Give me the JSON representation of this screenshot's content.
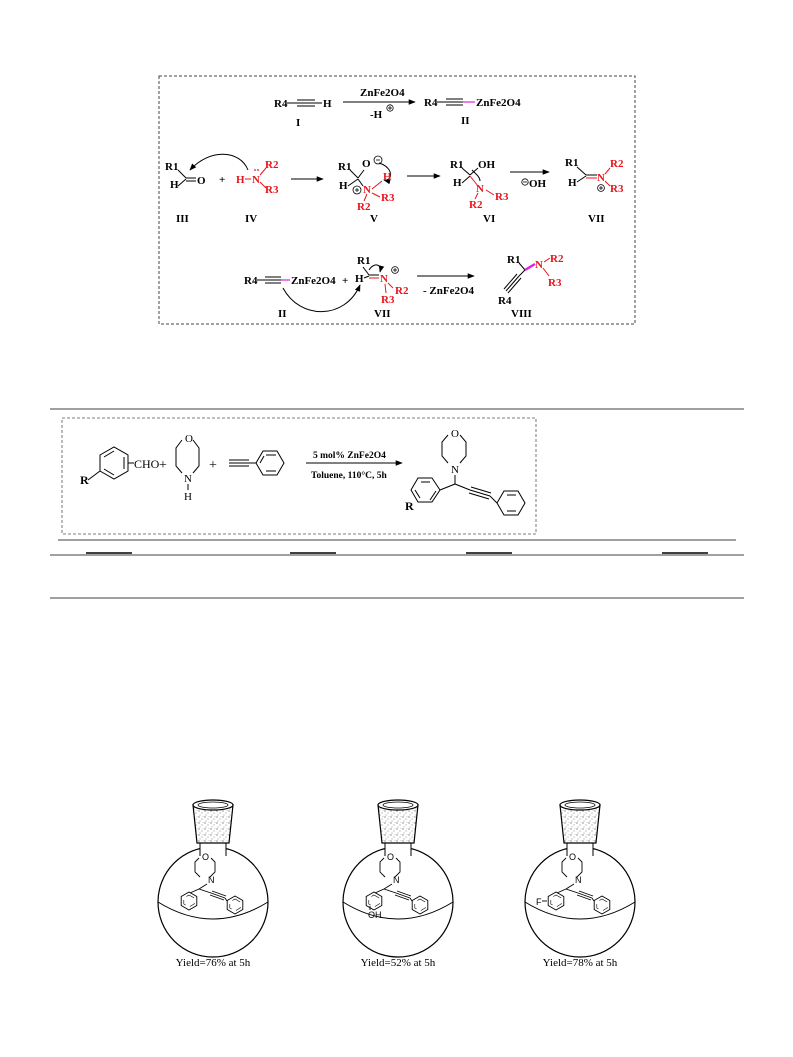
{
  "mechanism": {
    "step1": {
      "reactant": "R4",
      "reactant_h": "H",
      "reagent": "ZnFe2O4",
      "byproduct": "-H",
      "product_r": "R4",
      "product_metal": "ZnFe2O4",
      "label_I": "I",
      "label_II": "II"
    },
    "step2": {
      "aldehyde_r": "R1",
      "aldehyde_h": "H",
      "aldehyde_o": "O",
      "amine_h": "H",
      "amine_n": "N",
      "amine_r2": "R2",
      "amine_r3": "R3",
      "int_o": "O",
      "int_h": "H",
      "int2_oh": "OH",
      "hydroxide": "OH",
      "label_III": "III",
      "label_IV": "IV",
      "label_V": "V",
      "label_VI": "VI",
      "label_VII": "VII"
    },
    "step3": {
      "alkynyl": "ZnFe2O4",
      "r4": "R4",
      "iminium_r1": "R1",
      "iminium_h": "H",
      "removed": "- ZnFe2O4",
      "label_II": "II",
      "label_VII": "VII",
      "label_VIII": "VIII"
    }
  },
  "scheme": {
    "aldehyde": "CHO",
    "r": "R",
    "amine_n": "N",
    "amine_h": "H",
    "amine_o": "O",
    "catalyst": "5 mol% ZnFe2O4",
    "conditions": "Toluene, 110°C, 5h"
  },
  "flasks": [
    {
      "substituent": "",
      "yield": "Yield=76% at 5h"
    },
    {
      "substituent": "OH",
      "yield": "Yield=52% at 5h"
    },
    {
      "substituent": "F",
      "yield": "Yield=78% at 5h"
    }
  ],
  "atoms": {
    "N": "N",
    "O": "O"
  }
}
